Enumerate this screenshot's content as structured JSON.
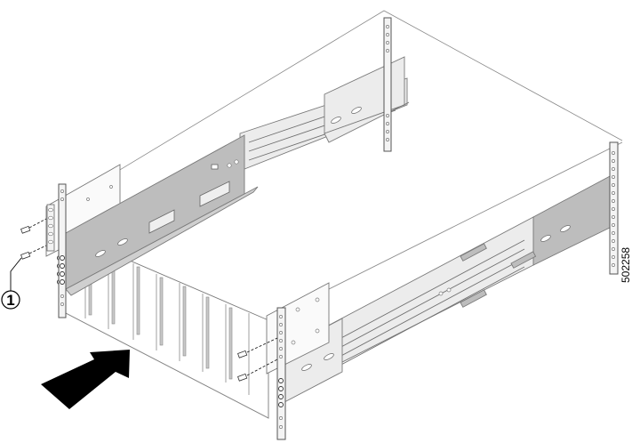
{
  "figure": {
    "type": "hardware-installation-diagram",
    "description": "Sliding chassis into rack on extended slide rails",
    "figure_id": "502258",
    "colors": {
      "line": "#6f6f6f",
      "rail_shade_dark": "#bdbdbd",
      "rail_shade_light": "#ececec",
      "arrow": "#000000",
      "background": "#ffffff"
    }
  },
  "callouts": [
    {
      "number": "1",
      "target": "rack-mount screw"
    }
  ],
  "components": {
    "chassis": "Chassis with front card slots",
    "rails": [
      "left slide rail (extended)",
      "right slide rail (extended)"
    ],
    "rack_posts": [
      "front-left post",
      "rear-left post",
      "front-right post",
      "rear-right post"
    ],
    "screws": [
      "left mounting screw (upper)",
      "left mounting screw (lower)",
      "right mounting screw (upper)",
      "right mounting screw (lower)"
    ],
    "arrow": "insertion direction arrow"
  }
}
